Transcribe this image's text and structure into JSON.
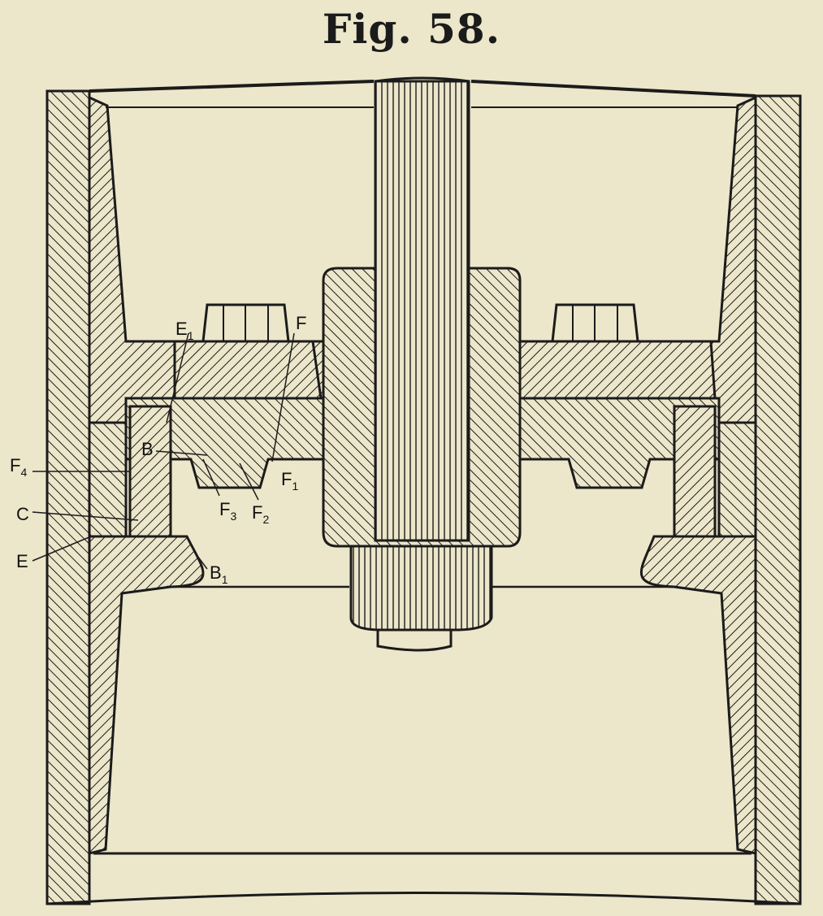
{
  "figure": {
    "title": "Fig. 58."
  },
  "labels": {
    "E1": {
      "main": "E",
      "sub": "1"
    },
    "F": {
      "main": "F",
      "sub": ""
    },
    "B": {
      "main": "B",
      "sub": ""
    },
    "F4": {
      "main": "F",
      "sub": "4"
    },
    "C": {
      "main": "C",
      "sub": ""
    },
    "E": {
      "main": "E",
      "sub": ""
    },
    "F3": {
      "main": "F",
      "sub": "3"
    },
    "F2": {
      "main": "F",
      "sub": "2"
    },
    "F1": {
      "main": "F",
      "sub": "1"
    },
    "B1": {
      "main": "B",
      "sub": "1"
    }
  },
  "colors": {
    "paper": "#ece6ca",
    "ink": "#1b1b1b"
  }
}
